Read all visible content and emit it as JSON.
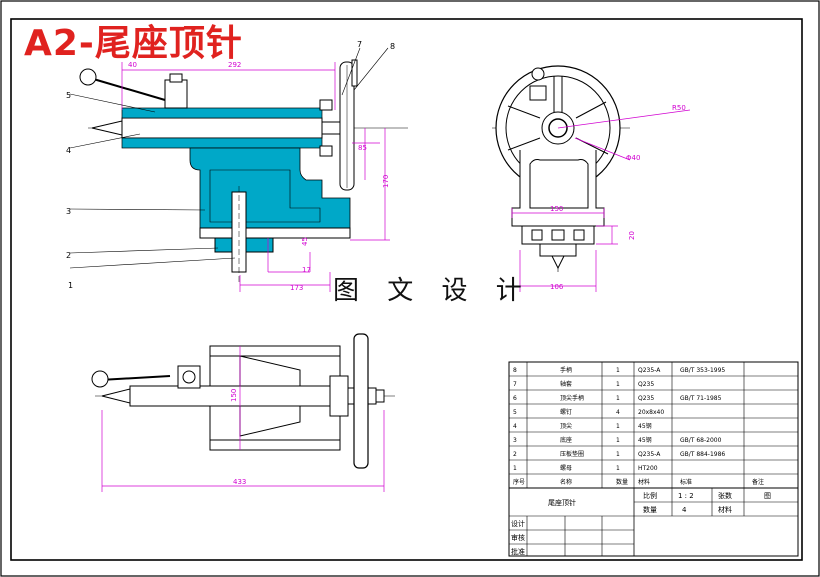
{
  "title": "A2-尾座顶针",
  "watermark": "图 文 设 计",
  "colors": {
    "dimension": "#d100d1",
    "section_fill": "#00a8c8",
    "title": "#e0221f",
    "line": "#000000"
  },
  "part_callouts": [
    "1",
    "2",
    "3",
    "4",
    "5",
    "7",
    "8"
  ],
  "dimensions": {
    "front_top_left": "40",
    "front_top": "292",
    "front_right_small": "85",
    "front_height": "170",
    "front_base_a": "45",
    "front_base_b": "17",
    "front_bottom": "173",
    "side_radius": "R50",
    "side_diameter": "Φ40",
    "side_width": "150",
    "side_base_height": "20",
    "side_bottom": "106",
    "plan_height": "150",
    "plan_length": "433"
  },
  "bom": [
    [
      "8",
      "手柄",
      "1",
      "Q235-A",
      "GB/T 353-1995",
      ""
    ],
    [
      "7",
      "轴套",
      "1",
      "Q235",
      "",
      ""
    ],
    [
      "6",
      "顶尖手柄",
      "1",
      "Q235",
      "GB/T 71-1985",
      ""
    ],
    [
      "5",
      "螺钉",
      "4",
      "20x8x40",
      "",
      ""
    ],
    [
      "4",
      "顶尖",
      "1",
      "45钢",
      "",
      ""
    ],
    [
      "3",
      "底座",
      "1",
      "45钢",
      "GB/T 68-2000",
      ""
    ],
    [
      "2",
      "压板垫圈",
      "1",
      "Q235-A",
      "GB/T 884-1986",
      ""
    ],
    [
      "1",
      "螺母",
      "1",
      "HT200",
      "",
      ""
    ]
  ],
  "bom_header": [
    "序号",
    "名称",
    "数量",
    "材料",
    "标准",
    "备注"
  ],
  "title_block": {
    "part_name": "尾座顶针",
    "scale_label": "比例",
    "scale_value": "1 : 2",
    "sheet_label": "张数",
    "sheet_value": "图",
    "qty_label": "数量",
    "qty_value": "4",
    "material_label": "材料",
    "designer": "设计",
    "checker": "审核",
    "approver": "批准"
  }
}
